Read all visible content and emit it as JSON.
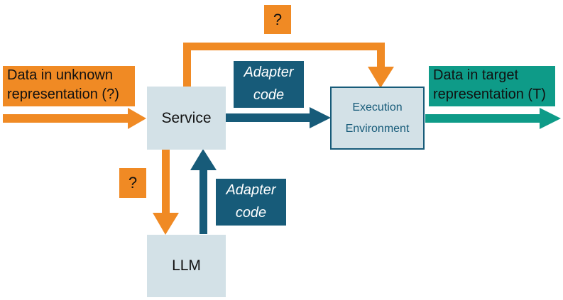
{
  "colors": {
    "orange": "#F08A24",
    "dark_blue": "#175B79",
    "teal": "#0E9B88",
    "node_fill": "#D3E1E7"
  },
  "nodes": {
    "service": "Service",
    "llm": "LLM",
    "execution_environment": [
      "Execution",
      "Environment"
    ]
  },
  "labels": {
    "input_data": [
      "Data in unknown",
      "representation (?)"
    ],
    "output_data": [
      "Data in target",
      "representation (T)"
    ],
    "adapter_code_top": [
      "Adapter",
      "code"
    ],
    "adapter_code_bottom": [
      "Adapter",
      "code"
    ],
    "question_top": "?",
    "question_left": "?"
  },
  "edges": [
    {
      "from": "input",
      "to": "service",
      "color": "orange"
    },
    {
      "from": "service",
      "to": "execution_environment",
      "color": "orange",
      "label": "question_top"
    },
    {
      "from": "service",
      "to": "execution_environment",
      "color": "dark_blue",
      "label": "adapter_code_top"
    },
    {
      "from": "service",
      "to": "llm",
      "color": "orange",
      "label": "question_left"
    },
    {
      "from": "llm",
      "to": "service",
      "color": "dark_blue",
      "label": "adapter_code_bottom"
    },
    {
      "from": "execution_environment",
      "to": "output",
      "color": "teal"
    }
  ]
}
